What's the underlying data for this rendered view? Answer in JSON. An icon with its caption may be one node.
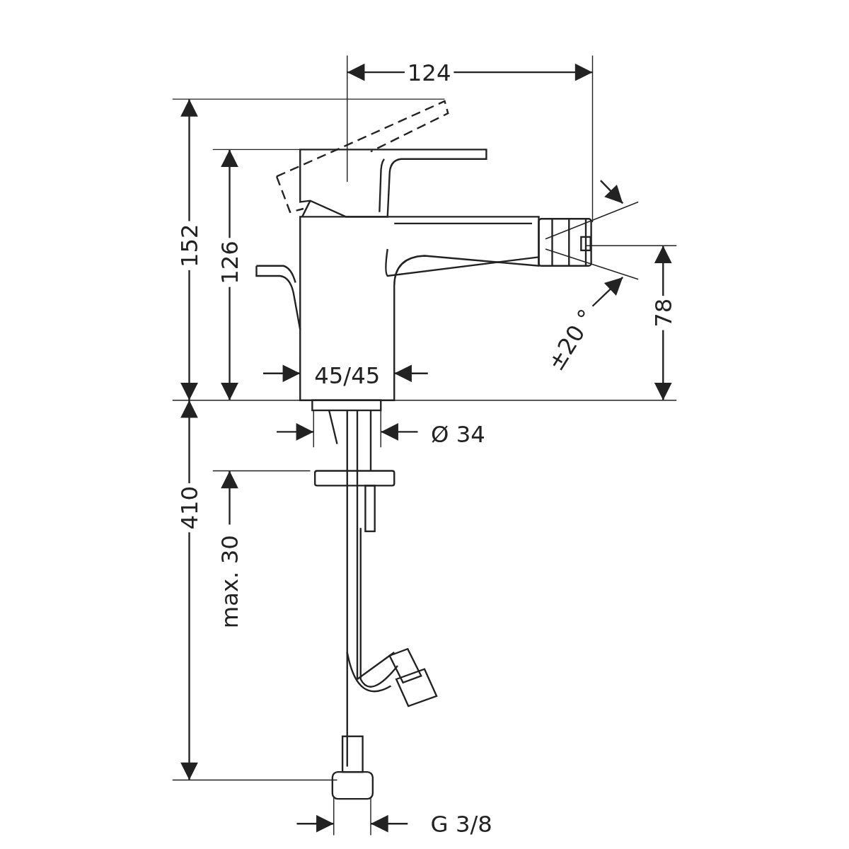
{
  "diagram": {
    "labels": [
      "124",
      "152",
      "126",
      "78",
      "±20 °",
      "45/45",
      "Ø 34",
      "410",
      "max. 30",
      "G 3/8"
    ]
  }
}
